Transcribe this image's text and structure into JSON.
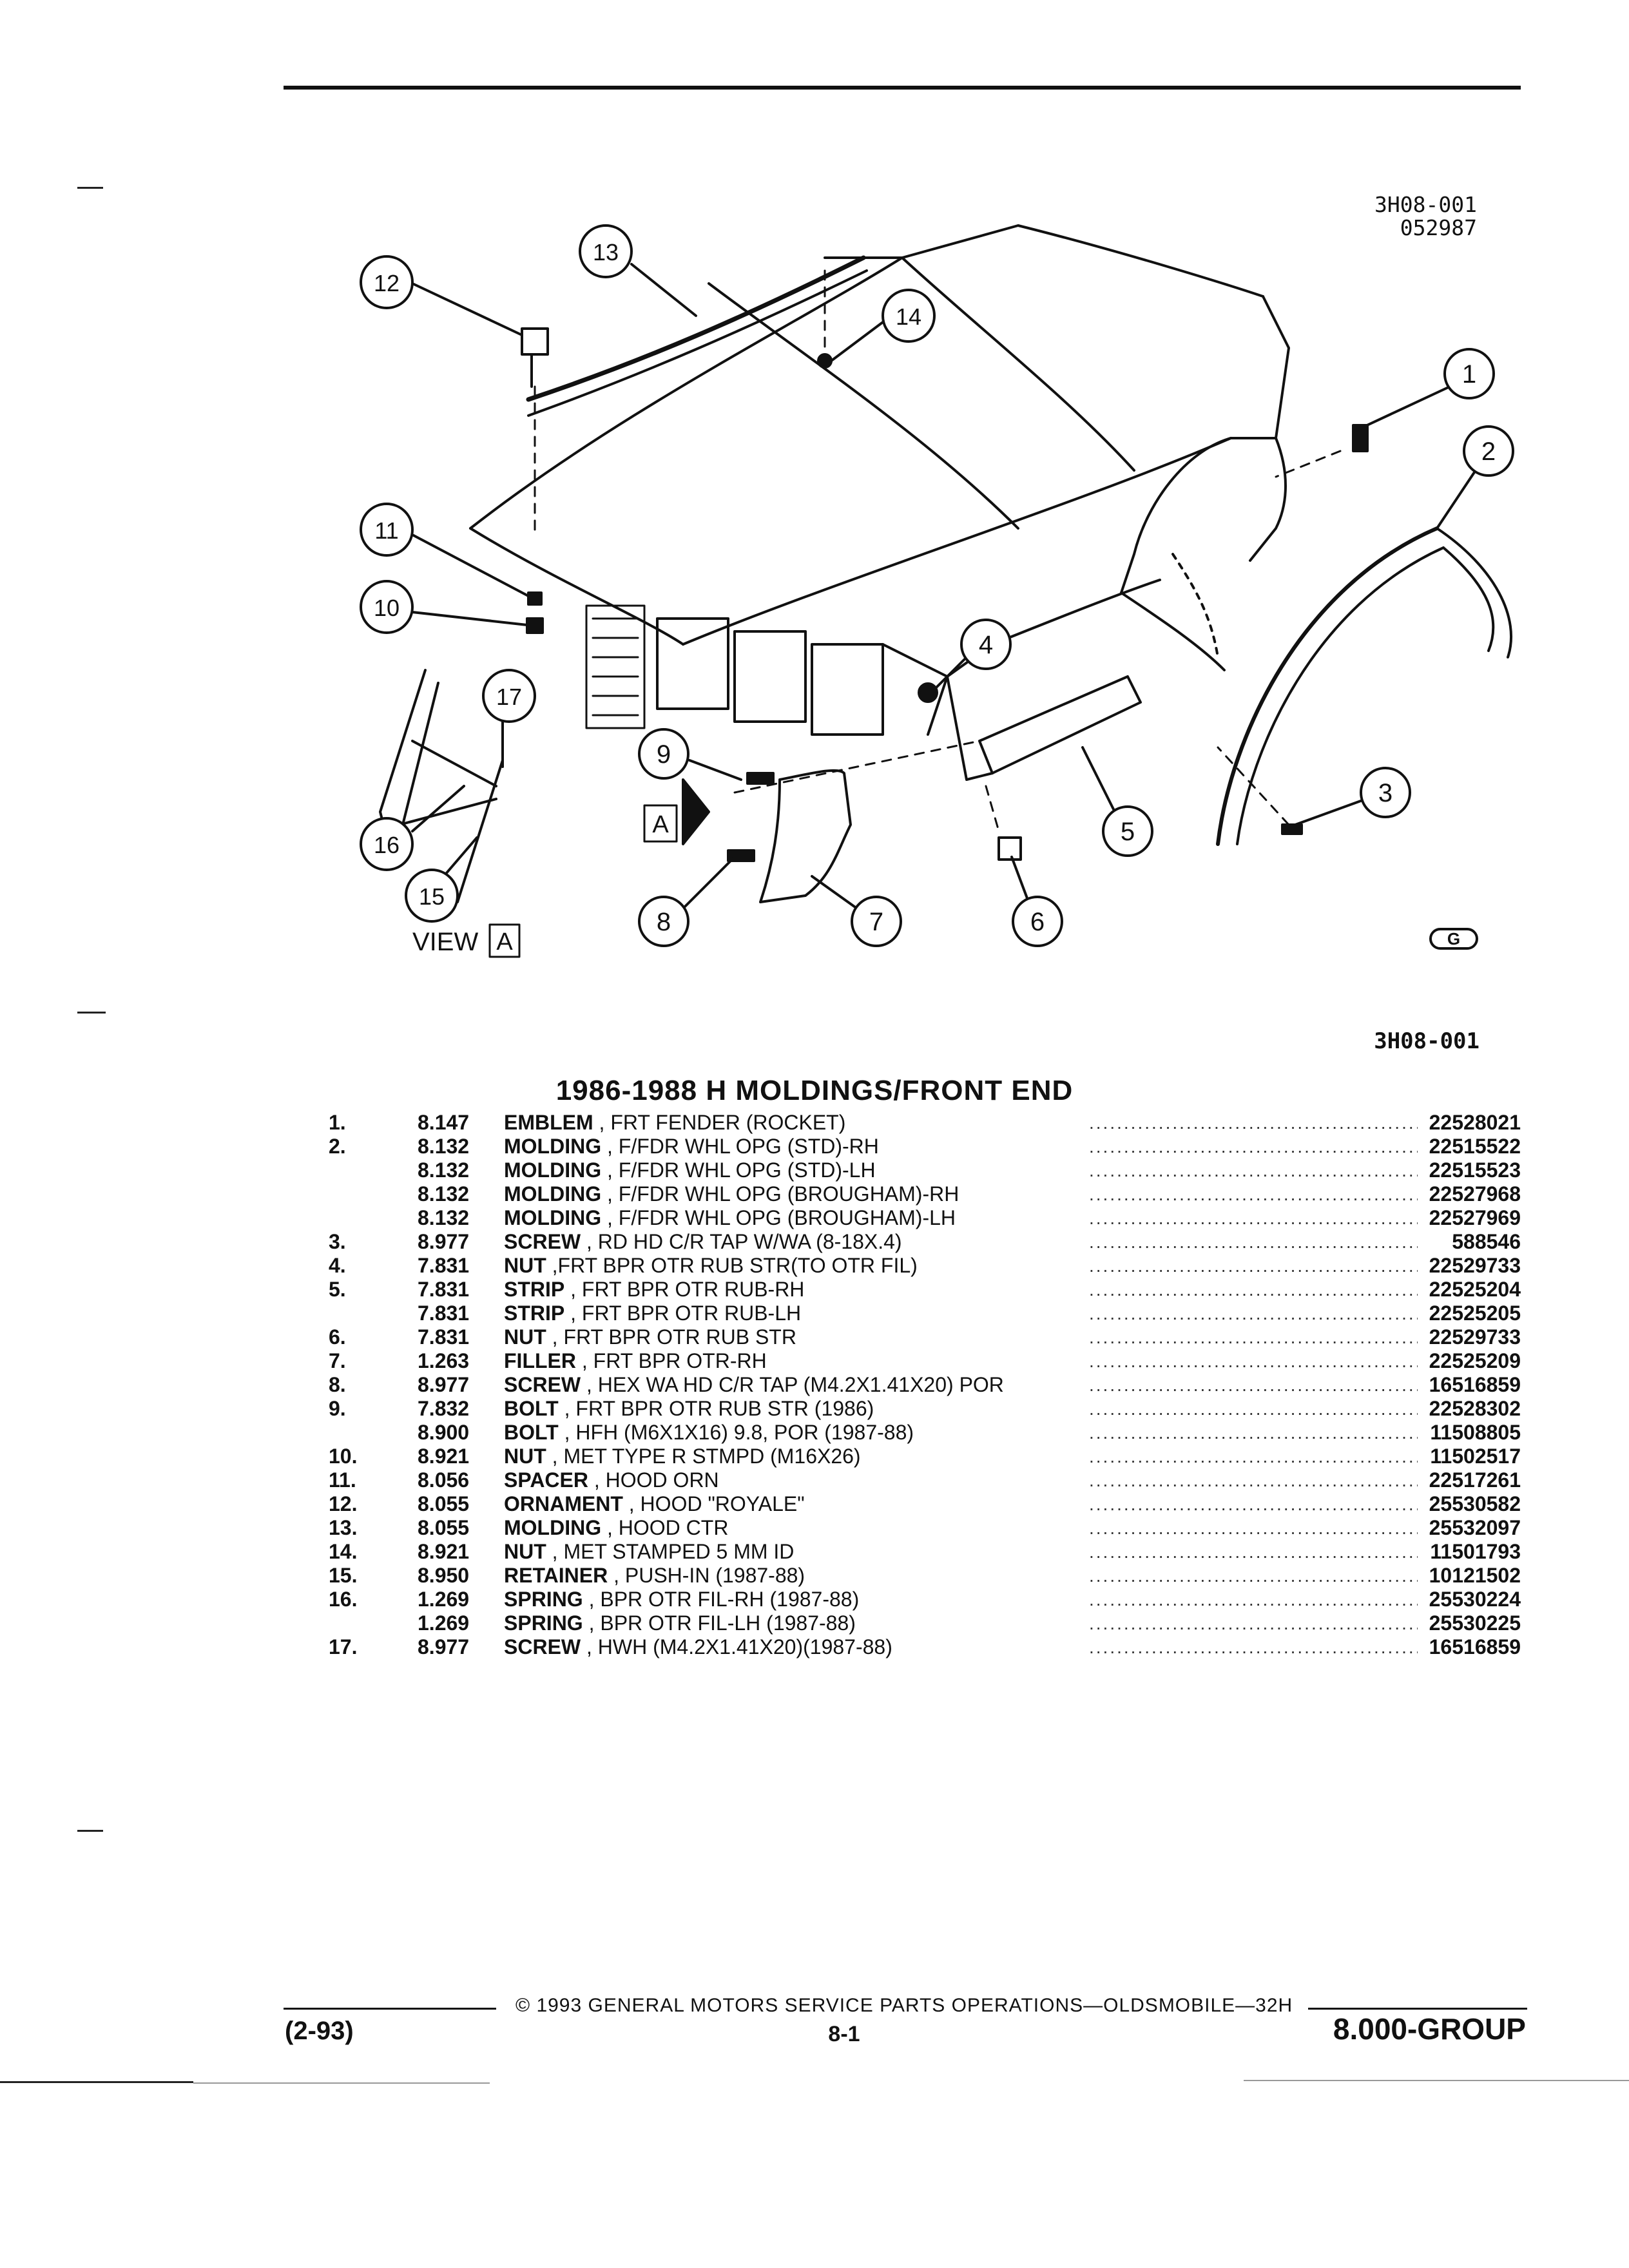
{
  "header": {
    "ref_code": "3H08-001",
    "date_code": "052987"
  },
  "diagram": {
    "callouts": [
      "1",
      "2",
      "3",
      "4",
      "5",
      "6",
      "7",
      "8",
      "9",
      "10",
      "11",
      "12",
      "13",
      "14",
      "15",
      "16",
      "17"
    ],
    "view_label": "VIEW",
    "view_letter": "A",
    "arrow_letter": "A",
    "logo_glyph": "G"
  },
  "figure_ref": "3H08-001",
  "section_title": "1986-1988 H MOLDINGS/FRONT END",
  "parts": [
    {
      "num": "1.",
      "grp": "8.147",
      "name": "EMBLEM",
      "desc": ", FRT FENDER (ROCKET)",
      "part": "22528021"
    },
    {
      "num": "2.",
      "grp": "8.132",
      "name": "MOLDING",
      "desc": ", F/FDR WHL OPG (STD)-RH",
      "part": "22515522"
    },
    {
      "num": "",
      "grp": "8.132",
      "name": "MOLDING",
      "desc": ", F/FDR WHL OPG (STD)-LH",
      "part": "22515523"
    },
    {
      "num": "",
      "grp": "8.132",
      "name": "MOLDING",
      "desc": ", F/FDR WHL OPG (BROUGHAM)-RH",
      "part": "22527968"
    },
    {
      "num": "",
      "grp": "8.132",
      "name": "MOLDING",
      "desc": ", F/FDR WHL OPG (BROUGHAM)-LH",
      "part": "22527969"
    },
    {
      "num": "3.",
      "grp": "8.977",
      "name": "SCREW",
      "desc": ", RD HD C/R TAP W/WA (8-18X.4)",
      "part": "588546"
    },
    {
      "num": "4.",
      "grp": "7.831",
      "name": "NUT",
      "desc": ",FRT BPR OTR RUB STR(TO OTR FIL)",
      "part": "22529733"
    },
    {
      "num": "5.",
      "grp": "7.831",
      "name": "STRIP",
      "desc": ", FRT BPR OTR RUB-RH",
      "part": "22525204"
    },
    {
      "num": "",
      "grp": "7.831",
      "name": "STRIP",
      "desc": ", FRT BPR OTR RUB-LH",
      "part": "22525205"
    },
    {
      "num": "6.",
      "grp": "7.831",
      "name": "NUT",
      "desc": ", FRT BPR OTR RUB STR",
      "part": "22529733"
    },
    {
      "num": "7.",
      "grp": "1.263",
      "name": "FILLER",
      "desc": ", FRT BPR OTR-RH",
      "part": "22525209"
    },
    {
      "num": "8.",
      "grp": "8.977",
      "name": "SCREW",
      "desc": ", HEX WA HD C/R TAP (M4.2X1.41X20) POR",
      "part": "16516859"
    },
    {
      "num": "9.",
      "grp": "7.832",
      "name": "BOLT",
      "desc": ", FRT BPR OTR RUB STR (1986)",
      "part": "22528302"
    },
    {
      "num": "",
      "grp": "8.900",
      "name": "BOLT",
      "desc": ", HFH (M6X1X16) 9.8, POR (1987-88)",
      "part": "11508805"
    },
    {
      "num": "10.",
      "grp": "8.921",
      "name": "NUT",
      "desc": ", MET TYPE R STMPD (M16X26)",
      "part": "11502517"
    },
    {
      "num": "11.",
      "grp": "8.056",
      "name": "SPACER",
      "desc": ", HOOD ORN",
      "part": "22517261"
    },
    {
      "num": "12.",
      "grp": "8.055",
      "name": "ORNAMENT",
      "desc": ", HOOD \"ROYALE\"",
      "part": "25530582"
    },
    {
      "num": "13.",
      "grp": "8.055",
      "name": "MOLDING",
      "desc": ", HOOD CTR",
      "part": "25532097"
    },
    {
      "num": "14.",
      "grp": "8.921",
      "name": "NUT",
      "desc": ", MET STAMPED 5 MM ID",
      "part": "11501793"
    },
    {
      "num": "15.",
      "grp": "8.950",
      "name": "RETAINER",
      "desc": ", PUSH-IN (1987-88)",
      "part": "10121502"
    },
    {
      "num": "16.",
      "grp": "1.269",
      "name": "SPRING",
      "desc": ", BPR OTR FIL-RH (1987-88)",
      "part": "25530224"
    },
    {
      "num": "",
      "grp": "1.269",
      "name": "SPRING",
      "desc": ", BPR OTR FIL-LH (1987-88)",
      "part": "25530225"
    },
    {
      "num": "17.",
      "grp": "8.977",
      "name": "SCREW",
      "desc": ", HWH (M4.2X1.41X20)(1987-88)",
      "part": "16516859"
    }
  ],
  "leader_dots": "......................................................................",
  "footer": {
    "copyright": "© 1993 GENERAL MOTORS SERVICE PARTS OPERATIONS—OLDSMOBILE—32H",
    "revision": "(2-93)",
    "page": "8-1",
    "group": "8.000-GROUP"
  }
}
